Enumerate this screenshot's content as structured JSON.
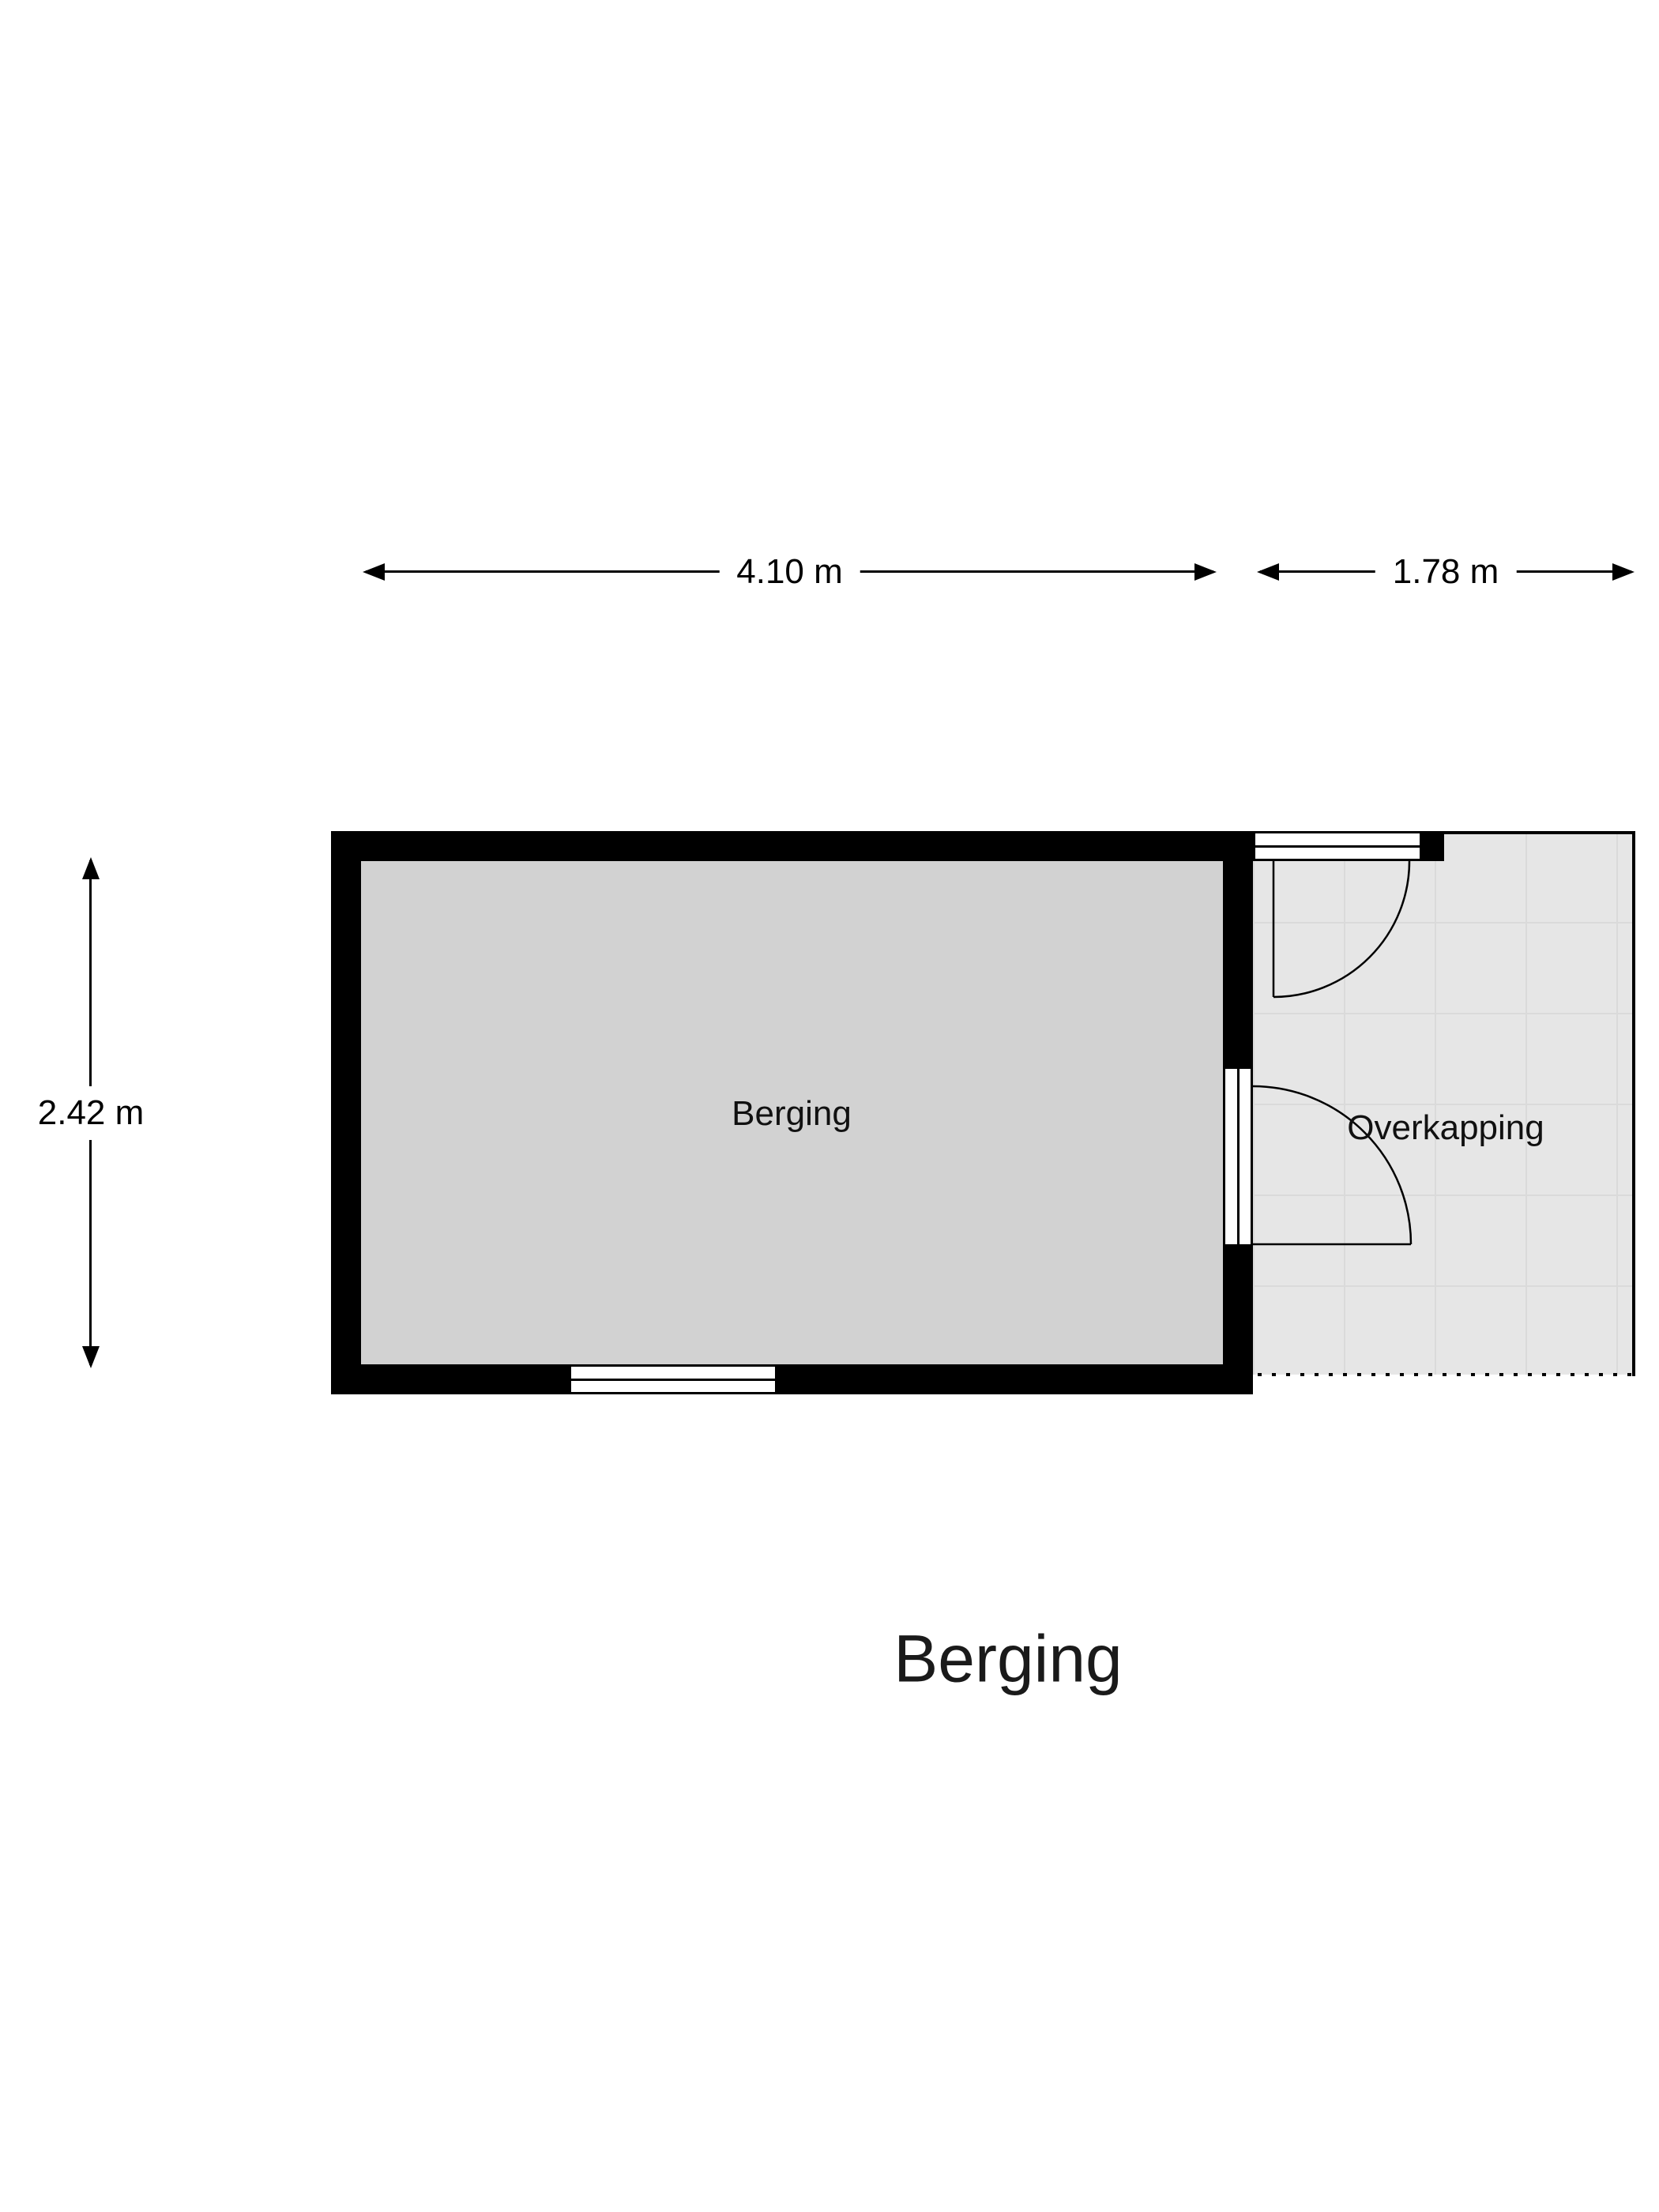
{
  "title": "Berging",
  "dimensions": {
    "berging_width": "4.10 m",
    "overkapping_width": "1.78 m",
    "height": "2.42 m"
  },
  "rooms": {
    "berging": "Berging",
    "overkapping": "Overkapping"
  },
  "colors": {
    "wall": "#000000",
    "berging_floor": "#d2d2d2",
    "overkapping_floor": "#e6e6e6",
    "background": "#ffffff"
  }
}
